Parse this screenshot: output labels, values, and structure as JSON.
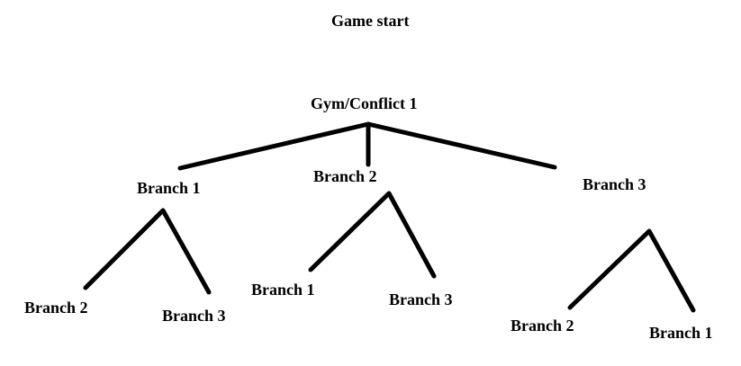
{
  "title": "Game start",
  "tree": {
    "root": "Gym/Conflict 1",
    "branches": [
      {
        "label": "Branch 1",
        "children": [
          "Branch 2",
          "Branch 3"
        ]
      },
      {
        "label": "Branch 2",
        "children": [
          "Branch 1",
          "Branch 3"
        ]
      },
      {
        "label": "Branch 3",
        "children": [
          "Branch 2",
          "Branch 1"
        ]
      }
    ]
  },
  "colors": {
    "background": "#ffffff",
    "line": "#000000",
    "text": "#000000"
  }
}
